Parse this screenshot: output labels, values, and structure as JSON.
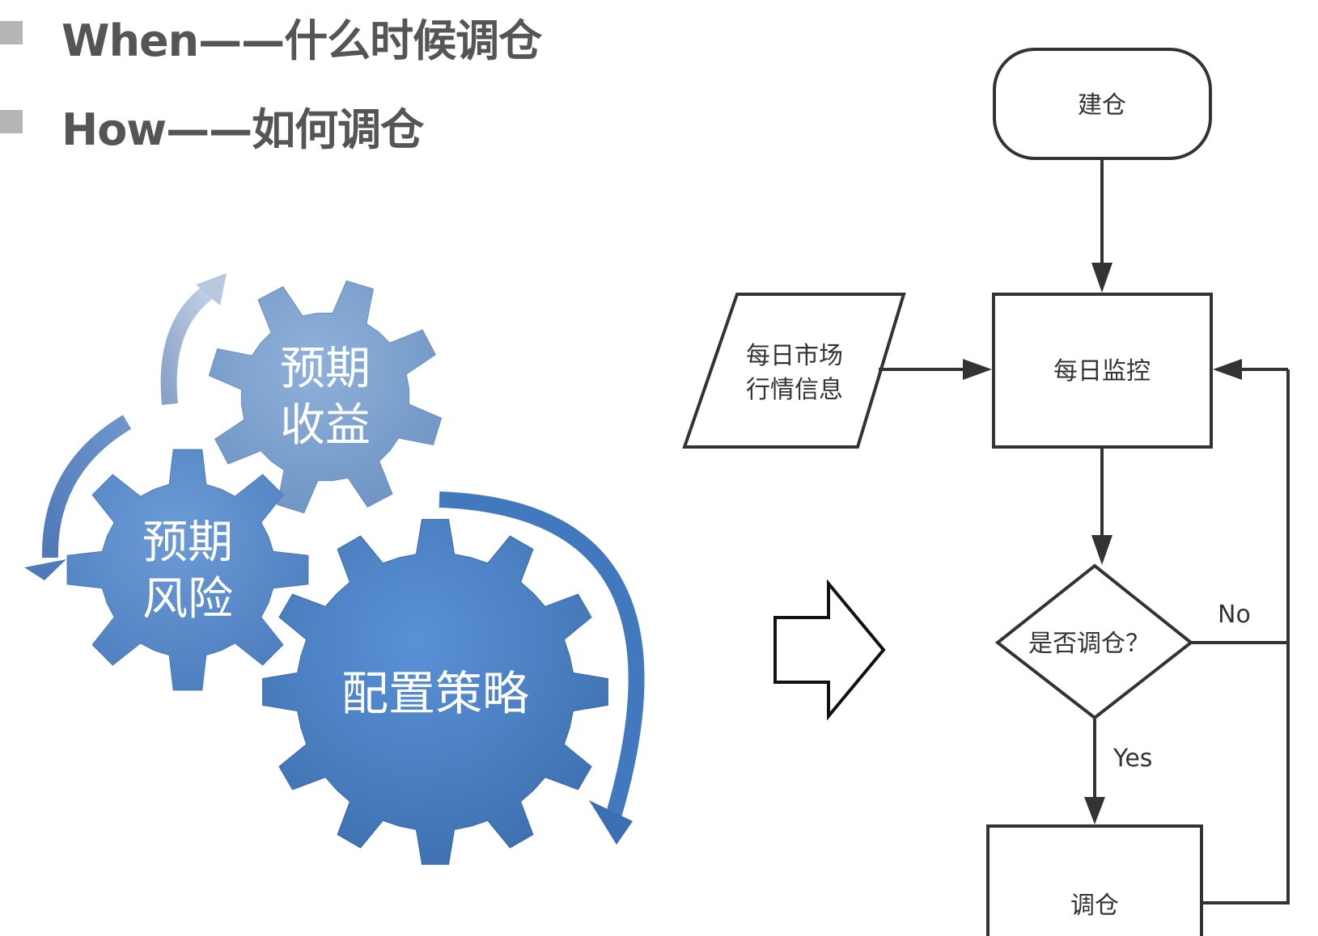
{
  "headings": [
    {
      "text": "When——什么时候调仓"
    },
    {
      "text": "How——如何调仓"
    }
  ],
  "gears": {
    "return": {
      "line1": "预期",
      "line2": "收益",
      "color": "#7ea3d0"
    },
    "risk": {
      "line1": "预期",
      "line2": "风险",
      "color": "#5d8fcd"
    },
    "strategy": {
      "label": "配置策略",
      "color": "#4a80c6"
    }
  },
  "flowchart": {
    "start": "建仓",
    "input_line1": "每日市场",
    "input_line2": "行情信息",
    "monitor": "每日监控",
    "decision": "是否调仓？",
    "no_label": "No",
    "yes_label": "Yes",
    "rebalance": "调仓"
  }
}
